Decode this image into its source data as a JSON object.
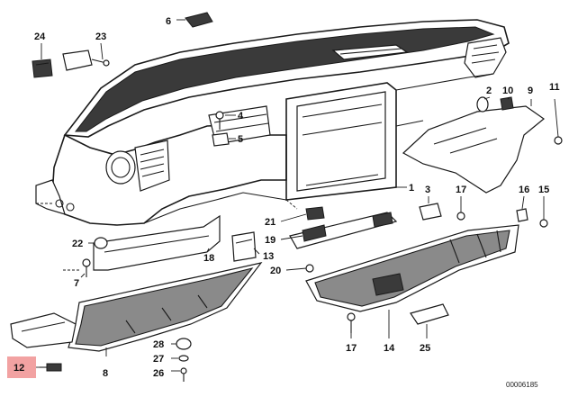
{
  "diagram": {
    "highlight_color": "#f2a2a2",
    "figure_id": "00006185",
    "labels": {
      "p1": "1",
      "p2": "2",
      "p3": "3",
      "p4": "4",
      "p5": "5",
      "p6": "6",
      "p7": "7",
      "p8": "8",
      "p9": "9",
      "p10": "10",
      "p11": "11",
      "p12": "12",
      "p13": "13",
      "p14": "14",
      "p15": "15",
      "p16": "16",
      "p17a": "17",
      "p17b": "17",
      "p18": "18",
      "p19": "19",
      "p20": "20",
      "p21": "21",
      "p22": "22",
      "p23": "23",
      "p24": "24",
      "p25": "25",
      "p26": "26",
      "p27": "27",
      "p28": "28"
    }
  }
}
